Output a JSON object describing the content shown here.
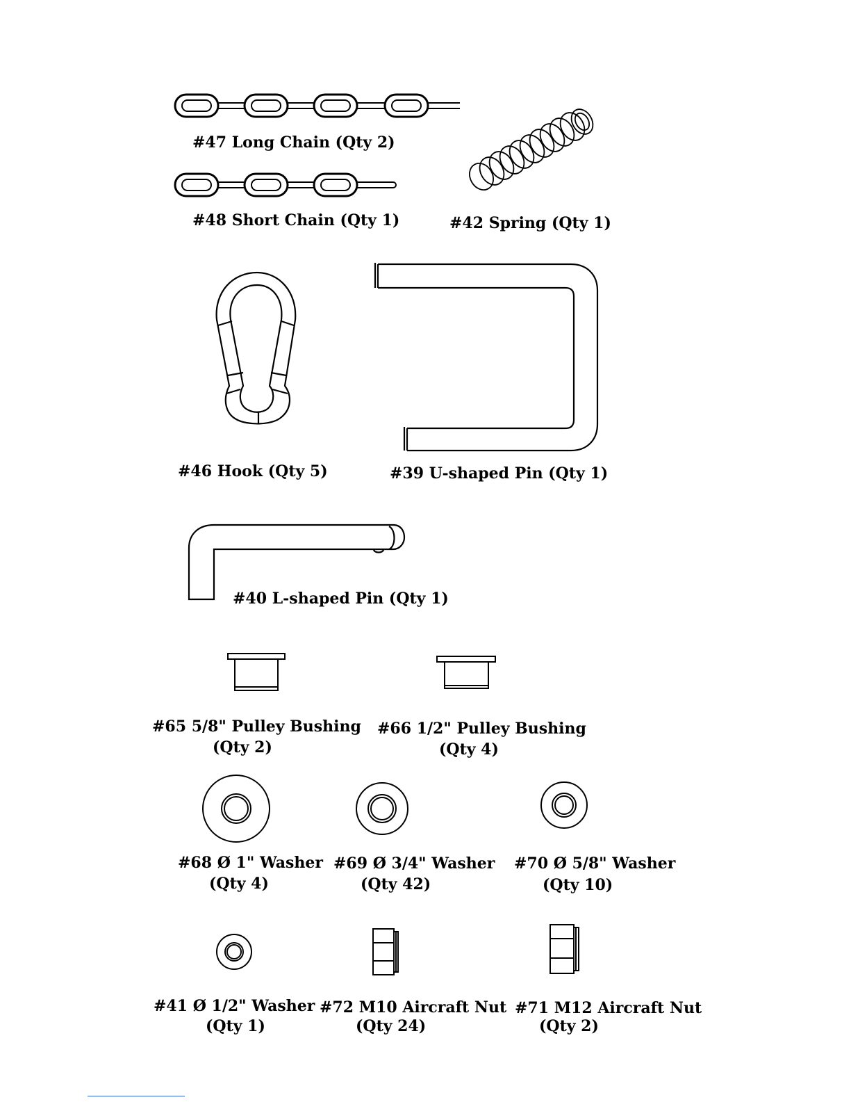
{
  "parts": [
    {
      "label": "#47 Long Chain  (Qty 2)"
    },
    {
      "label": "#48 Short Chain (Qty 1)"
    },
    {
      "label": "#42 Spring (Qty 1)"
    },
    {
      "label": "#46 Hook  (Qty 5)"
    },
    {
      "label": "#39 U-shaped Pin  (Qty 1)"
    },
    {
      "label": "#40 L-shaped Pin (Qty 1)"
    },
    {
      "label": "#65 5/8\" Pulley Bushing",
      "qty": "(Qty 2)"
    },
    {
      "label": "#66 1/2\" Pulley Bushing",
      "qty": "(Qty 4)"
    },
    {
      "label": "#68 Ø 1\" Washer",
      "qty": "(Qty 4)"
    },
    {
      "label": "#69 Ø 3/4\" Washer",
      "qty": "(Qty 42)"
    },
    {
      "label": "#70 Ø 5/8\" Washer",
      "qty": "(Qty 10)"
    },
    {
      "label": "#41 Ø 1/2\" Washer",
      "qty": "(Qty 1)"
    },
    {
      "label": "#72 M10 Aircraft Nut",
      "qty": "(Qty 24)"
    },
    {
      "label": "#71 M12 Aircraft Nut",
      "qty": "(Qty 2)"
    }
  ]
}
